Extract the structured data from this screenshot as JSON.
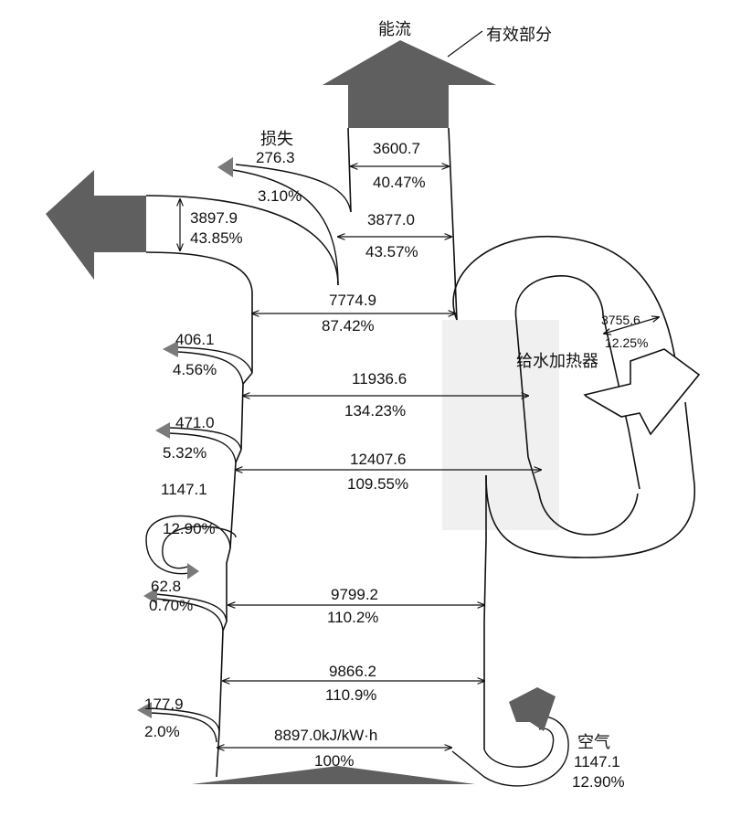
{
  "labels": {
    "energy_flow": "能流",
    "useful_part": "有效部分",
    "loss": "损失",
    "feedwater_heater": "给水加热器",
    "air": "空气"
  },
  "flows": {
    "useful": {
      "value": "3600.7",
      "pct": "40.47%"
    },
    "turbine_loss": {
      "value": "276.3",
      "pct": "3.10%"
    },
    "turbine_in": {
      "value": "3877.0",
      "pct": "43.57%"
    },
    "condenser_loss": {
      "value": "3897.9",
      "pct": "43.85%"
    },
    "main": {
      "value": "7774.9",
      "pct": "87.42%"
    },
    "recirc": {
      "value": "3755.6",
      "pct": "12.25%"
    },
    "loss_a": {
      "value": "406.1",
      "pct": "4.56%"
    },
    "boiler_out": {
      "value": "11936.6",
      "pct": "134.23%"
    },
    "loss_b": {
      "value": "471.0",
      "pct": "5.32%"
    },
    "flow_c": {
      "value": "12407.6",
      "pct": "109.55%"
    },
    "air_loop": {
      "value": "1147.1",
      "pct": "12.90%"
    },
    "loss_d": {
      "value": "62.8",
      "pct": "0.70%"
    },
    "flow_d": {
      "value": "9799.2",
      "pct": "110.2%"
    },
    "flow_e": {
      "value": "9866.2",
      "pct": "110.9%"
    },
    "loss_e": {
      "value": "177.9",
      "pct": "2.0%"
    },
    "input": {
      "value": "8897.0kJ/kW·h",
      "pct": "100%"
    },
    "air_in": {
      "value": "1147.1",
      "pct": "12.90%"
    }
  }
}
